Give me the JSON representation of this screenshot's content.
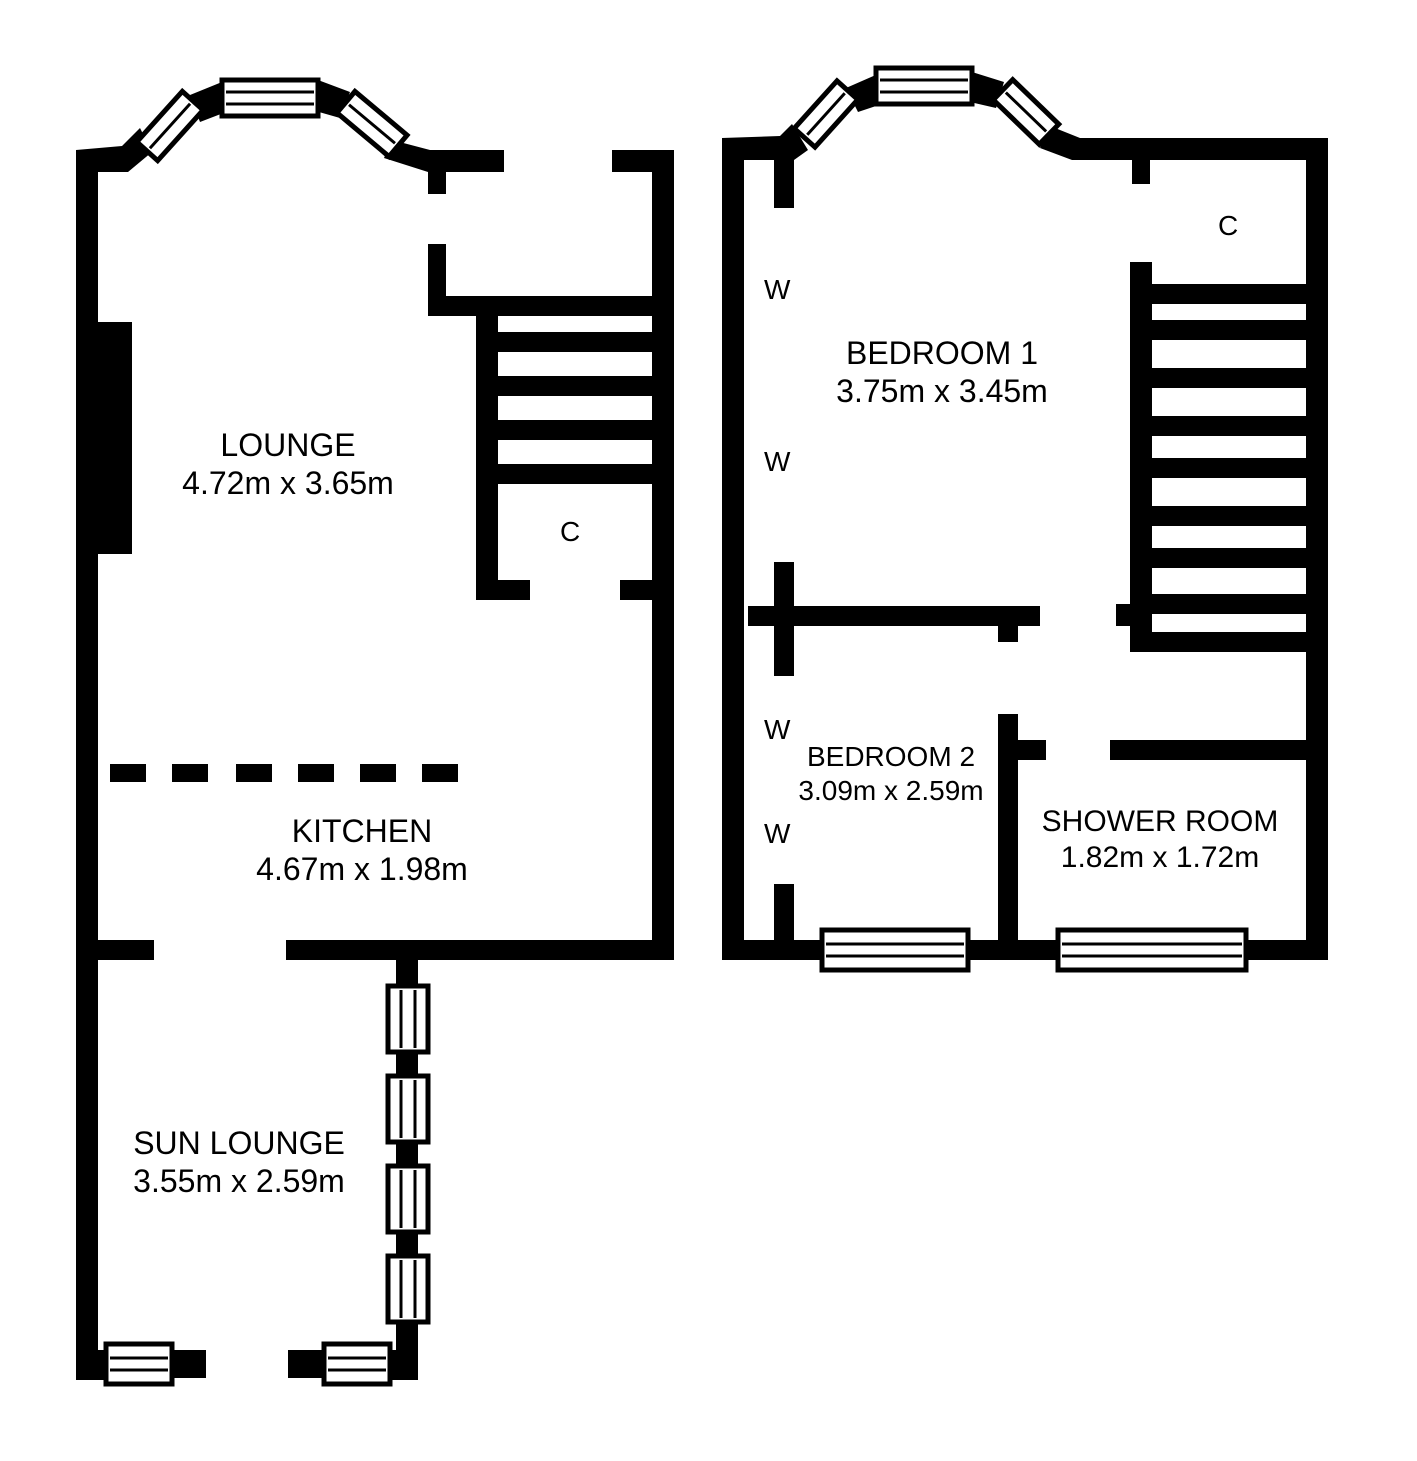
{
  "ground_floor": {
    "lounge": {
      "name": "LOUNGE",
      "dims": "4.72m x 3.65m"
    },
    "kitchen": {
      "name": "KITCHEN",
      "dims": "4.67m x 1.98m"
    },
    "sun_lounge": {
      "name": "SUN LOUNGE",
      "dims": "3.55m x 2.59m"
    },
    "cupboard_mark": "C"
  },
  "first_floor": {
    "bedroom1": {
      "name": "BEDROOM 1",
      "dims": "3.75m x 3.45m"
    },
    "bedroom2": {
      "name": "BEDROOM 2",
      "dims": "3.09m x 2.59m"
    },
    "shower_room": {
      "name": "SHOWER ROOM",
      "dims": "1.82m x 1.72m"
    },
    "cupboard_mark": "C",
    "wardrobe_marks": [
      "W",
      "W",
      "W",
      "W"
    ]
  },
  "colors": {
    "wall": "#000000",
    "background": "#ffffff"
  }
}
